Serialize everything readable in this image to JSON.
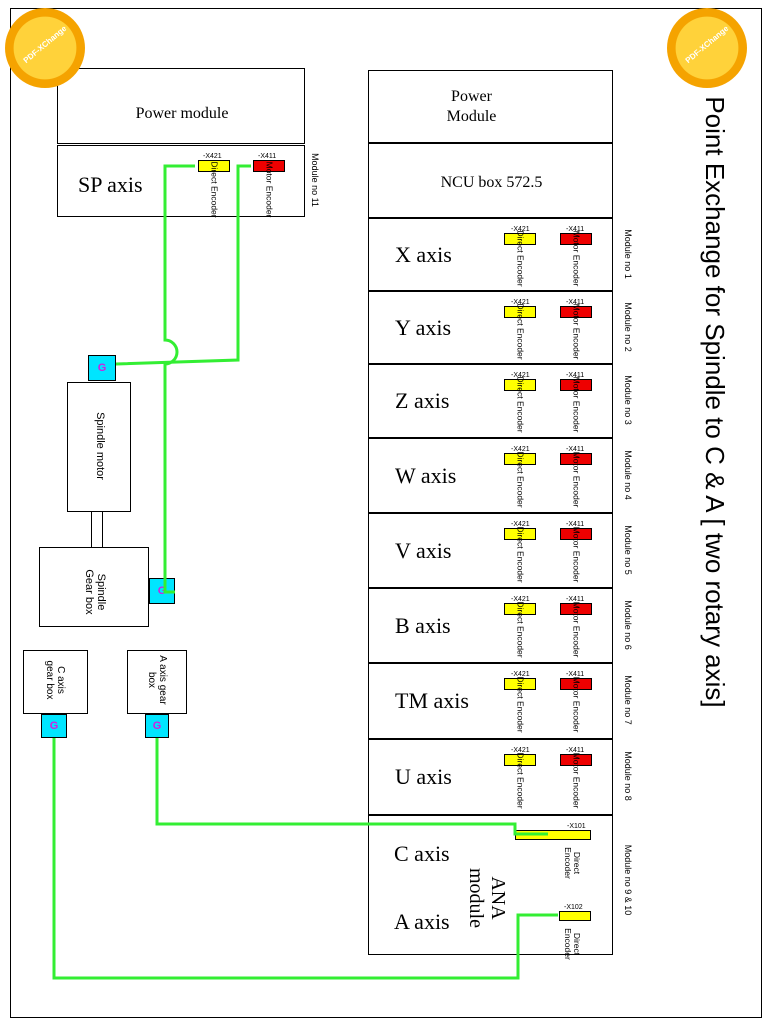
{
  "title": "Point Exchange for Spindle to C & A [ two rotary axis]",
  "left_panel": {
    "power_module": "Power module",
    "sp_axis": {
      "label": "SP axis",
      "module_no": "Module no 11",
      "direct_code": "-X421",
      "direct_label": "Direct Encoder",
      "motor_code": "-X411",
      "motor_label": "Motor Encoder"
    },
    "spindle_motor": "Spindle motor",
    "spindle_gearbox": "Spindle Gear box",
    "c_gearbox": "C axis gear box",
    "a_gearbox": "A axis gear box",
    "g_tag": "G"
  },
  "right_panel": {
    "power_module": "Power Module",
    "ncu": "NCU box 572.5",
    "modules": [
      {
        "label": "X axis",
        "module_no": "Module no 1"
      },
      {
        "label": "Y axis",
        "module_no": "Module no 2"
      },
      {
        "label": "Z axis",
        "module_no": "Module no 3"
      },
      {
        "label": "W axis",
        "module_no": "Module no 4"
      },
      {
        "label": "V axis",
        "module_no": "Module no 5"
      },
      {
        "label": "B axis",
        "module_no": "Module no 6"
      },
      {
        "label": "TM axis",
        "module_no": "Module no 7"
      },
      {
        "label": "U axis",
        "module_no": "Module no 8"
      }
    ],
    "direct_code": "-X421",
    "direct_label": "Direct Encoder",
    "motor_code": "-X411",
    "motor_label": "Motor Encoder",
    "ana": {
      "label": "ANA module",
      "module_no": "Module no 9 & 10",
      "c_axis": "C axis",
      "a_axis": "A axis",
      "x101": "-X101",
      "x102": "-X102",
      "direct_label": "Direct Encoder"
    }
  },
  "badge_text": "PDF-XChange"
}
